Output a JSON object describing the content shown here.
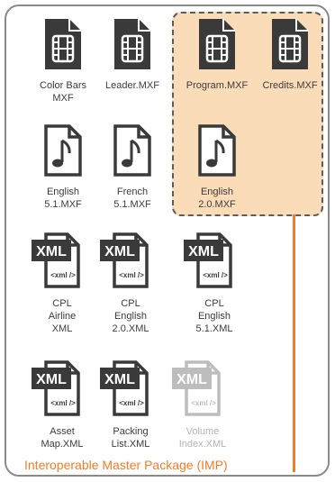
{
  "colors": {
    "icon_dark": "#3a3a3a",
    "icon_dim": "#bdbdbd",
    "accent": "#f07e26",
    "highlight": "#fbdcb8"
  },
  "items": [
    {
      "id": "color-bars",
      "type": "video",
      "label": "Color Bars\nMXF"
    },
    {
      "id": "leader",
      "type": "video",
      "label": "Leader.MXF"
    },
    {
      "id": "program",
      "type": "video",
      "label": "Program.MXF"
    },
    {
      "id": "credits",
      "type": "video",
      "label": "Credits.MXF"
    },
    {
      "id": "english-51",
      "type": "audio",
      "label": "English\n5.1.MXF"
    },
    {
      "id": "french-51",
      "type": "audio",
      "label": "French\n5.1.MXF"
    },
    {
      "id": "english-20",
      "type": "audio",
      "label": "English\n2.0.MXF"
    },
    {
      "id": "cpl-airline",
      "type": "xml",
      "label": "CPL\nAirline\nXML"
    },
    {
      "id": "cpl-english-20",
      "type": "xml",
      "label": "CPL\nEnglish\n2.0.XML"
    },
    {
      "id": "cpl-english-51",
      "type": "xml",
      "label": "CPL\nEnglish\n5.1.XML"
    },
    {
      "id": "asset-map",
      "type": "xml",
      "label": "Asset\nMap.XML"
    },
    {
      "id": "packing-list",
      "type": "xml",
      "label": "Packing\nList.XML"
    },
    {
      "id": "volume-index",
      "type": "xml",
      "dim": true,
      "label": "Volume\nIndex.XML"
    }
  ],
  "xml_badge": "XML",
  "xml_tag": "<xml />",
  "footer": "Interoperable Master Package (IMP)"
}
